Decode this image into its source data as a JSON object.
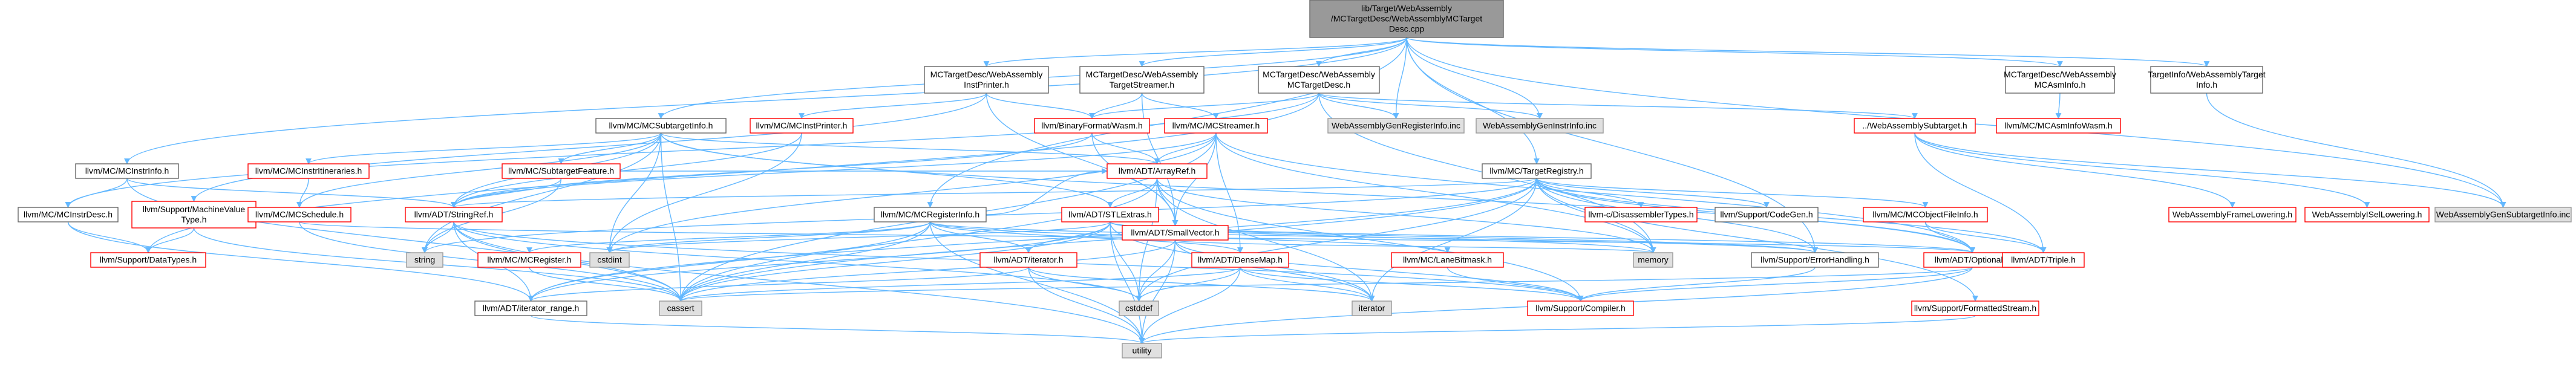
{
  "graph": {
    "type": "include-dependency-graph",
    "colors": {
      "edge": "#63b8ff",
      "root_fill": "#999999",
      "node_fill": "#ffffff",
      "node_border_default": "#666666",
      "node_border_red": "#ff0000",
      "external_fill": "#e0e0e0",
      "external_border": "#999999",
      "text": "#000000"
    },
    "nodes": [
      {
        "id": "root",
        "lines": [
          "lib/Target/WebAssembly",
          "/MCTargetDesc/WebAssemblyMCTarget",
          "Desc.cpp"
        ],
        "kind": "root"
      },
      {
        "id": "instprinter",
        "lines": [
          "MCTargetDesc/WebAssembly",
          "InstPrinter.h"
        ],
        "kind": "default"
      },
      {
        "id": "targetstreamer",
        "lines": [
          "MCTargetDesc/WebAssembly",
          "TargetStreamer.h"
        ],
        "kind": "default"
      },
      {
        "id": "mctargetdesc",
        "lines": [
          "MCTargetDesc/WebAssembly",
          "MCTargetDesc.h"
        ],
        "kind": "default"
      },
      {
        "id": "mcasminfo",
        "lines": [
          "MCTargetDesc/WebAssembly",
          "MCAsmInfo.h"
        ],
        "kind": "default"
      },
      {
        "id": "targetinfo",
        "lines": [
          "TargetInfo/WebAssemblyTarget",
          "Info.h"
        ],
        "kind": "default"
      },
      {
        "id": "mcsubtargetinfo",
        "lines": [
          "llvm/MC/MCSubtargetInfo.h"
        ],
        "kind": "default"
      },
      {
        "id": "mcinstprinter",
        "lines": [
          "llvm/MC/MCInstPrinter.h"
        ],
        "kind": "red"
      },
      {
        "id": "binaryformat",
        "lines": [
          "llvm/BinaryFormat/Wasm.h"
        ],
        "kind": "red"
      },
      {
        "id": "mcstreamer",
        "lines": [
          "llvm/MC/MCStreamer.h"
        ],
        "kind": "red"
      },
      {
        "id": "genreginfo",
        "lines": [
          "WebAssemblyGenRegisterInfo.inc"
        ],
        "kind": "external"
      },
      {
        "id": "geninstrinfo",
        "lines": [
          "WebAssemblyGenInstrInfo.inc"
        ],
        "kind": "external"
      },
      {
        "id": "wasmsubtarget",
        "lines": [
          "../WebAssemblySubtarget.h"
        ],
        "kind": "red"
      },
      {
        "id": "mcasminfowasm",
        "lines": [
          "llvm/MC/MCAsmInfoWasm.h"
        ],
        "kind": "red"
      },
      {
        "id": "mcinstrinfo",
        "lines": [
          "llvm/MC/MCInstrInfo.h"
        ],
        "kind": "default"
      },
      {
        "id": "mcinstrdesc",
        "lines": [
          "llvm/MC/MCInstrDesc.h"
        ],
        "kind": "default"
      },
      {
        "id": "mcinstritin",
        "lines": [
          "llvm/MC/MCInstrItineraries.h"
        ],
        "kind": "red"
      },
      {
        "id": "mcsubtargetfeature",
        "lines": [
          "llvm/MC/SubtargetFeature.h"
        ],
        "kind": "red"
      },
      {
        "id": "arrayref",
        "lines": [
          "llvm/ADT/ArrayRef.h"
        ],
        "kind": "red"
      },
      {
        "id": "mctargetregistry",
        "lines": [
          "llvm/MC/TargetRegistry.h"
        ],
        "kind": "default"
      },
      {
        "id": "framelowering",
        "lines": [
          "WebAssemblyFrameLowering.h"
        ],
        "kind": "red"
      },
      {
        "id": "isellowering",
        "lines": [
          "WebAssemblyISelLowering.h"
        ],
        "kind": "red"
      },
      {
        "id": "gensubtargetinfo",
        "lines": [
          "WebAssemblyGenSubtargetInfo.inc"
        ],
        "kind": "external"
      },
      {
        "id": "mvt",
        "lines": [
          "llvm/Support/MachineValue",
          "Type.h"
        ],
        "kind": "red"
      },
      {
        "id": "mcschedule",
        "lines": [
          "llvm/MC/MCSchedule.h"
        ],
        "kind": "red"
      },
      {
        "id": "stringref",
        "lines": [
          "llvm/ADT/StringRef.h"
        ],
        "kind": "red"
      },
      {
        "id": "mcregisterinfo",
        "lines": [
          "llvm/MC/MCRegisterInfo.h"
        ],
        "kind": "default"
      },
      {
        "id": "stlextras",
        "lines": [
          "llvm/ADT/STLExtras.h"
        ],
        "kind": "red"
      },
      {
        "id": "smallvector",
        "lines": [
          "llvm/ADT/SmallVector.h"
        ],
        "kind": "red"
      },
      {
        "id": "mcdisasm",
        "lines": [
          "llvm-c/DisassemblerTypes.h"
        ],
        "kind": "red"
      },
      {
        "id": "codegen",
        "lines": [
          "llvm/Support/CodeGen.h"
        ],
        "kind": "default"
      },
      {
        "id": "mcobjfileinfo",
        "lines": [
          "llvm/MC/MCObjectFileInfo.h"
        ],
        "kind": "red"
      },
      {
        "id": "datatypes",
        "lines": [
          "llvm/Support/DataTypes.h"
        ],
        "kind": "red"
      },
      {
        "id": "string",
        "lines": [
          "string"
        ],
        "kind": "external"
      },
      {
        "id": "cstdint",
        "lines": [
          "cstdint"
        ],
        "kind": "external"
      },
      {
        "id": "mcregister",
        "lines": [
          "llvm/MC/MCRegister.h"
        ],
        "kind": "red"
      },
      {
        "id": "iteratorh",
        "lines": [
          "llvm/ADT/iterator.h"
        ],
        "kind": "red"
      },
      {
        "id": "densemap",
        "lines": [
          "llvm/ADT/DenseMap.h"
        ],
        "kind": "red"
      },
      {
        "id": "lanebitmask",
        "lines": [
          "llvm/MC/LaneBitmask.h"
        ],
        "kind": "red"
      },
      {
        "id": "memory",
        "lines": [
          "memory"
        ],
        "kind": "external"
      },
      {
        "id": "errorhandling",
        "lines": [
          "llvm/Support/ErrorHandling.h"
        ],
        "kind": "default"
      },
      {
        "id": "optional",
        "lines": [
          "llvm/ADT/Optional.h"
        ],
        "kind": "red"
      },
      {
        "id": "triple",
        "lines": [
          "llvm/ADT/Triple.h"
        ],
        "kind": "red"
      },
      {
        "id": "cassert",
        "lines": [
          "cassert"
        ],
        "kind": "external"
      },
      {
        "id": "iteratorrange",
        "lines": [
          "llvm/ADT/iterator_range.h"
        ],
        "kind": "default"
      },
      {
        "id": "cstddef",
        "lines": [
          "cstddef"
        ],
        "kind": "external"
      },
      {
        "id": "iterator",
        "lines": [
          "iterator"
        ],
        "kind": "external"
      },
      {
        "id": "compiler",
        "lines": [
          "llvm/Support/Compiler.h"
        ],
        "kind": "red"
      },
      {
        "id": "formattedstream",
        "lines": [
          "llvm/Support/FormattedStream.h"
        ],
        "kind": "red"
      },
      {
        "id": "utility",
        "lines": [
          "utility"
        ],
        "kind": "external"
      }
    ],
    "edges": [
      [
        "root",
        "instprinter"
      ],
      [
        "root",
        "targetstreamer"
      ],
      [
        "root",
        "mctargetdesc"
      ],
      [
        "root",
        "mcasminfo"
      ],
      [
        "root",
        "targetinfo"
      ],
      [
        "root",
        "mcsubtargetinfo"
      ],
      [
        "root",
        "mctargetregistry"
      ],
      [
        "root",
        "errorhandling"
      ],
      [
        "root",
        "genreginfo"
      ],
      [
        "root",
        "geninstrinfo"
      ],
      [
        "root",
        "gensubtargetinfo"
      ],
      [
        "root",
        "mcregisterinfo"
      ],
      [
        "root",
        "mcinstrinfo"
      ],
      [
        "instprinter",
        "mcinstprinter"
      ],
      [
        "instprinter",
        "binaryformat"
      ],
      [
        "instprinter",
        "smallvector"
      ],
      [
        "instprinter",
        "mvt"
      ],
      [
        "targetstreamer",
        "binaryformat"
      ],
      [
        "targetstreamer",
        "mcstreamer"
      ],
      [
        "targetstreamer",
        "smallvector"
      ],
      [
        "mctargetdesc",
        "binaryformat"
      ],
      [
        "mctargetdesc",
        "genreginfo"
      ],
      [
        "mctargetdesc",
        "geninstrinfo"
      ],
      [
        "mctargetdesc",
        "wasmsubtarget"
      ],
      [
        "mctargetdesc",
        "memory"
      ],
      [
        "mctargetdesc",
        "mcinstrdesc"
      ],
      [
        "mctargetdesc",
        "datatypes"
      ],
      [
        "mcasminfo",
        "mcasminfowasm"
      ],
      [
        "targetinfo",
        "gensubtargetinfo"
      ],
      [
        "mcsubtargetinfo",
        "mcinstritin"
      ],
      [
        "mcsubtargetinfo",
        "mcsubtargetfeature"
      ],
      [
        "mcsubtargetinfo",
        "arrayref"
      ],
      [
        "mcsubtargetinfo",
        "stringref"
      ],
      [
        "mcsubtargetinfo",
        "mcschedule"
      ],
      [
        "mcsubtargetinfo",
        "stlextras"
      ],
      [
        "mcsubtargetinfo",
        "string"
      ],
      [
        "mcsubtargetinfo",
        "cassert"
      ],
      [
        "mcsubtargetinfo",
        "cstdint"
      ],
      [
        "mcsubtargetinfo",
        "optional"
      ],
      [
        "mcinstprinter",
        "stringref"
      ],
      [
        "mcinstprinter",
        "cstdint"
      ],
      [
        "binaryformat",
        "arrayref"
      ],
      [
        "binaryformat",
        "stringref"
      ],
      [
        "binaryformat",
        "smallvector"
      ],
      [
        "mcstreamer",
        "arrayref"
      ],
      [
        "mcstreamer",
        "smallvector"
      ],
      [
        "mcstreamer",
        "stringref"
      ],
      [
        "mcstreamer",
        "memory"
      ],
      [
        "mcstreamer",
        "optional"
      ],
      [
        "mcstreamer",
        "densemap"
      ],
      [
        "mcstreamer",
        "cassert"
      ],
      [
        "mcstreamer",
        "cstdint"
      ],
      [
        "wasmsubtarget",
        "framelowering"
      ],
      [
        "wasmsubtarget",
        "isellowering"
      ],
      [
        "wasmsubtarget",
        "gensubtargetinfo"
      ],
      [
        "wasmsubtarget",
        "triple"
      ],
      [
        "mcinstrinfo",
        "mcinstrdesc"
      ],
      [
        "mcinstrinfo",
        "stringref"
      ],
      [
        "mcinstrinfo",
        "cassert"
      ],
      [
        "mcinstrdesc",
        "datatypes"
      ],
      [
        "mcinstrdesc",
        "iteratorrange"
      ],
      [
        "mcinstritin",
        "mcschedule"
      ],
      [
        "mcsubtargetfeature",
        "arrayref"
      ],
      [
        "mcsubtargetfeature",
        "stringref"
      ],
      [
        "mcsubtargetfeature",
        "string"
      ],
      [
        "arrayref",
        "stlextras"
      ],
      [
        "arrayref",
        "smallvector"
      ],
      [
        "arrayref",
        "cassert"
      ],
      [
        "arrayref",
        "cstddef"
      ],
      [
        "arrayref",
        "iterator"
      ],
      [
        "arrayref",
        "memory"
      ],
      [
        "arrayref",
        "compiler"
      ],
      [
        "mctargetregistry",
        "mcdisasm"
      ],
      [
        "mctargetregistry",
        "codegen"
      ],
      [
        "mctargetregistry",
        "mcobjfileinfo"
      ],
      [
        "mctargetregistry",
        "stringref"
      ],
      [
        "mctargetregistry",
        "iteratorrange"
      ],
      [
        "mctargetregistry",
        "optional"
      ],
      [
        "mctargetregistry",
        "triple"
      ],
      [
        "mctargetregistry",
        "errorhandling"
      ],
      [
        "mctargetregistry",
        "formattedstream"
      ],
      [
        "mctargetregistry",
        "memory"
      ],
      [
        "mctargetregistry",
        "string"
      ],
      [
        "mctargetregistry",
        "cassert"
      ],
      [
        "mctargetregistry",
        "cstddef"
      ],
      [
        "mctargetregistry",
        "iterator"
      ],
      [
        "mvt",
        "datatypes"
      ],
      [
        "mvt",
        "cassert"
      ],
      [
        "mcschedule",
        "optional"
      ],
      [
        "mcschedule",
        "cassert"
      ],
      [
        "stringref",
        "string"
      ],
      [
        "stringref",
        "cassert"
      ],
      [
        "stringref",
        "cstddef"
      ],
      [
        "stringref",
        "iteratorrange"
      ],
      [
        "stringref",
        "utility"
      ],
      [
        "stringref",
        "compiler"
      ],
      [
        "mcregisterinfo",
        "mcregister"
      ],
      [
        "mcregisterinfo",
        "iteratorh"
      ],
      [
        "mcregisterinfo",
        "densemap"
      ],
      [
        "mcregisterinfo",
        "lanebitmask"
      ],
      [
        "mcregisterinfo",
        "arrayref"
      ],
      [
        "mcregisterinfo",
        "cassert"
      ],
      [
        "mcregisterinfo",
        "cstdint"
      ],
      [
        "mcregisterinfo",
        "utility"
      ],
      [
        "mcregisterinfo",
        "iteratorrange"
      ],
      [
        "mcregisterinfo",
        "errorhandling"
      ],
      [
        "stlextras",
        "iteratorh"
      ],
      [
        "stlextras",
        "iteratorrange"
      ],
      [
        "stlextras",
        "optional"
      ],
      [
        "stlextras",
        "cassert"
      ],
      [
        "stlextras",
        "cstddef"
      ],
      [
        "stlextras",
        "cstdint"
      ],
      [
        "stlextras",
        "iterator"
      ],
      [
        "stlextras",
        "memory"
      ],
      [
        "stlextras",
        "utility"
      ],
      [
        "stlextras",
        "errorhandling"
      ],
      [
        "smallvector",
        "compiler"
      ],
      [
        "smallvector",
        "cassert"
      ],
      [
        "smallvector",
        "cstddef"
      ],
      [
        "smallvector",
        "iterator"
      ],
      [
        "smallvector",
        "memory"
      ],
      [
        "smallvector",
        "utility"
      ],
      [
        "mcobjfileinfo",
        "optional"
      ],
      [
        "mcobjfileinfo",
        "triple"
      ],
      [
        "optional",
        "compiler"
      ],
      [
        "optional",
        "cassert"
      ],
      [
        "optional",
        "utility"
      ],
      [
        "iteratorh",
        "iteratorrange"
      ],
      [
        "iteratorh",
        "cstddef"
      ],
      [
        "iteratorh",
        "iterator"
      ],
      [
        "iteratorh",
        "utility"
      ],
      [
        "densemap",
        "compiler"
      ],
      [
        "densemap",
        "cassert"
      ],
      [
        "densemap",
        "cstddef"
      ],
      [
        "densemap",
        "iterator"
      ],
      [
        "densemap",
        "utility"
      ],
      [
        "lanebitmask",
        "compiler"
      ],
      [
        "errorhandling",
        "compiler"
      ],
      [
        "iteratorrange",
        "utility"
      ],
      [
        "formattedstream",
        "utility"
      ],
      [
        "mcregister",
        "cassert"
      ]
    ]
  }
}
